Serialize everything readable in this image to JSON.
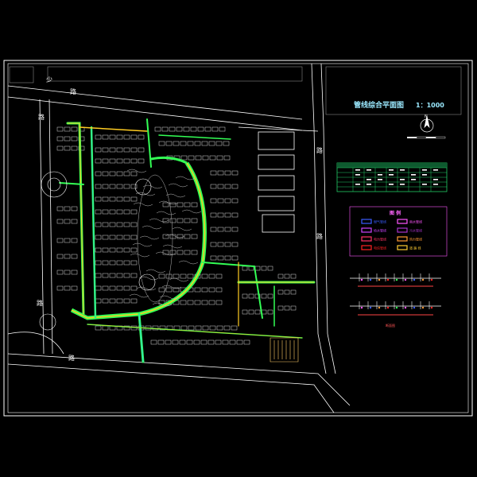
{
  "drawing": {
    "title": "管线综合平面图",
    "scale": "1：1000",
    "north_label": "N",
    "street_labels": [
      "少",
      "路",
      "路",
      "路",
      "路",
      "路",
      "路"
    ],
    "legend_heading": "图  例",
    "legend_items": [
      {
        "label": "燃气管线",
        "color": "#3a5cff"
      },
      {
        "label": "雨水管线",
        "color": "#ff55ff"
      },
      {
        "label": "给水管线",
        "color": "#cc44ff"
      },
      {
        "label": "污水管线",
        "color": "#aa33cc"
      },
      {
        "label": "电力管线",
        "color": "#ff3366"
      },
      {
        "label": "热力管线",
        "color": "#ff9933"
      },
      {
        "label": "电信管线",
        "color": "#ff2222"
      },
      {
        "label": "道 路 线",
        "color": "#ffcc33"
      }
    ],
    "section_label": "断面图"
  },
  "colors": {
    "background": "#000000",
    "frame": "#ffffff",
    "building": "#d8d8d8",
    "road": "#ffffff",
    "pipe_green": "#33ff55",
    "pipe_yellow": "#ffcc22",
    "pipe_cyan": "#33dddd",
    "table_green": "#22cc66",
    "title": "#9be9ff"
  }
}
